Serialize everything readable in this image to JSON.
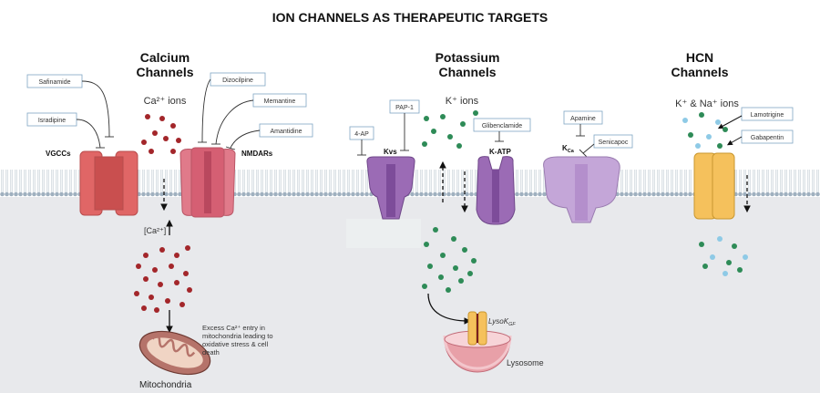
{
  "title": "ION CHANNELS AS THERAPEUTIC TARGETS",
  "sections": {
    "calcium": {
      "heading_line1": "Calcium",
      "heading_line2": "Channels",
      "ions": "Ca²⁺ ions",
      "vgcc": "VGCCs",
      "nmdar": "NMDARs",
      "conc": "[Ca²⁺]",
      "mito_label": "Mitochondria",
      "excess_line1": "Excess Ca²⁺ entry in",
      "excess_line2": "mitochondria leading to",
      "excess_line3": "oxidative stress & cell",
      "excess_line4": "death"
    },
    "potassium": {
      "heading_line1": "Potassium",
      "heading_line2": "Channels",
      "ions": "K⁺ ions",
      "kvs": "Kvs",
      "katp": "K-ATP",
      "kca": "K",
      "kca_sub": "Ca",
      "lyso_k": "LysoK",
      "lyso_k_sub": "GF",
      "lysosome": "Lysosome"
    },
    "hcn": {
      "heading_line1": "HCN",
      "heading_line2": "Channels",
      "ions": "K⁺ & Na⁺ ions"
    }
  },
  "drugs": {
    "safinamide": "Safinamide",
    "isradipine": "Isradipine",
    "dizocilpine": "Dizocilpine",
    "memantine": "Memantine",
    "amantidine": "Amantidine",
    "four_ap": "4-AP",
    "pap1": "PAP-1",
    "glibenclamide": "Glibenclamide",
    "apamine": "Apamine",
    "senicapoc": "Senicapoc",
    "lamotrigine": "Lamotrigine",
    "gabapentin": "Gabapentin"
  },
  "colors": {
    "calcium_ion": "#a3262a",
    "potassium_ion": "#2e8b57",
    "sodium_ion": "#8ecae6",
    "membrane_head": "#9fb0bf",
    "cytoplasm": "#e8e9ec",
    "vgcc": "#e06666",
    "nmdar": "#e07a8a",
    "kv": "#9b6bb5",
    "kca": "#c4a6d8",
    "hcn": "#f5c15c"
  }
}
